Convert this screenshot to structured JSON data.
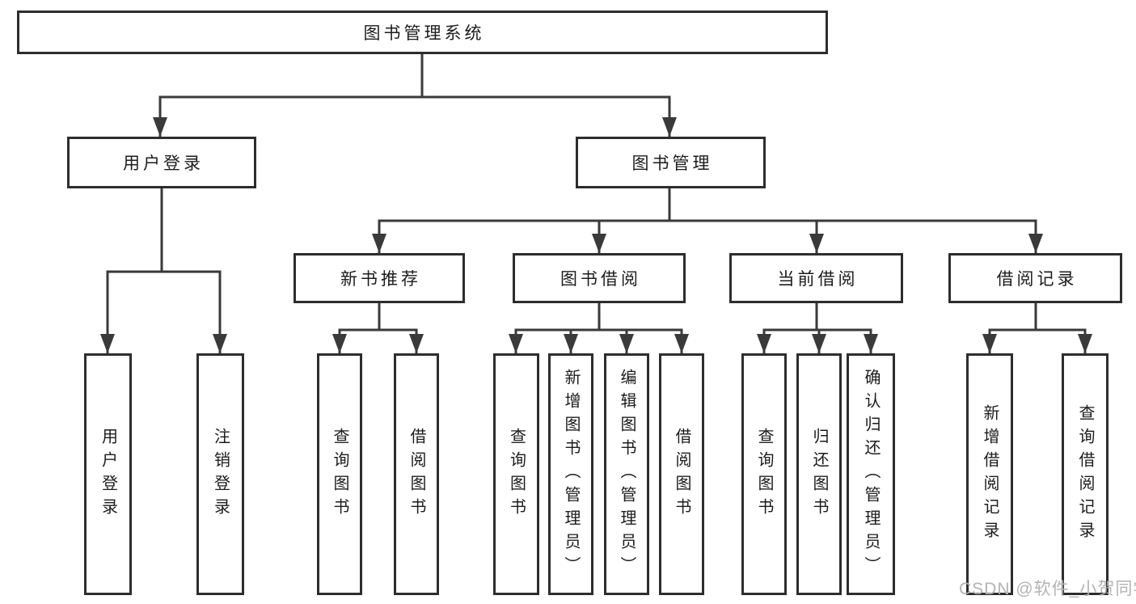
{
  "diagram": {
    "title": "图书管理系统",
    "modules": [
      {
        "label": "用户登录",
        "features": [
          {
            "label": "用户登录"
          },
          {
            "label": "注销登录"
          }
        ]
      },
      {
        "label": "图书管理",
        "submodules": [
          {
            "label": "新书推荐",
            "features": [
              {
                "label": "查询图书"
              },
              {
                "label": "借阅图书"
              }
            ]
          },
          {
            "label": "图书借阅",
            "features": [
              {
                "label": "查询图书"
              },
              {
                "label": "新增图书（管理员）"
              },
              {
                "label": "编辑图书（管理员）"
              },
              {
                "label": "借阅图书"
              }
            ]
          },
          {
            "label": "当前借阅",
            "features": [
              {
                "label": "查询图书"
              },
              {
                "label": "归还图书"
              },
              {
                "label": "确认归还（管理员）"
              }
            ]
          },
          {
            "label": "借阅记录",
            "features": [
              {
                "label": "新增借阅记录"
              },
              {
                "label": "查询借阅记录"
              }
            ]
          }
        ]
      }
    ]
  },
  "watermark": {
    "text": "CSDN @软件_小贺同学"
  },
  "colors": {
    "line": "#3a3a3a",
    "box_border": "#2d2d2d",
    "text": "#1c1c1c",
    "watermark_text": "#b3b3b3",
    "background": "#ffffff"
  }
}
